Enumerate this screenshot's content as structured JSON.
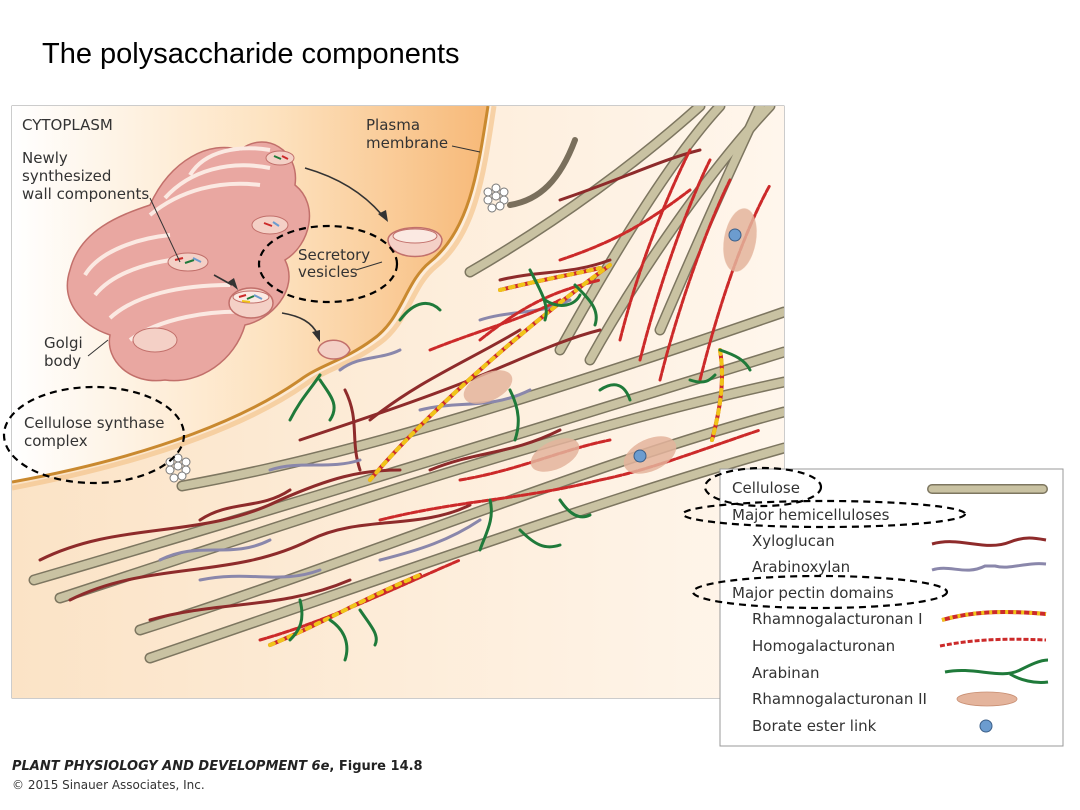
{
  "title": "The polysaccharide components",
  "labels": {
    "cytoplasm": "CYTOPLASM",
    "newly_line1": "Newly",
    "newly_line2": "synthesized",
    "newly_line3": "wall components",
    "plasma_line1": "Plasma",
    "plasma_line2": "membrane",
    "secretory_line1": "Secretory",
    "secretory_line2": "vesicles",
    "golgi_line1": "Golgi",
    "golgi_line2": "body",
    "synthase_line1": "Cellulose synthase",
    "synthase_line2": "complex"
  },
  "legend": {
    "cellulose": "Cellulose",
    "hemicelluloses": "Major hemicelluloses",
    "xyloglucan": "Xyloglucan",
    "arabinoxylan": "Arabinoxylan",
    "pectin": "Major pectin domains",
    "rg1": "Rhamnogalacturonan I",
    "homogalacturonan": "Homogalacturonan",
    "arabinan": "Arabinan",
    "rg2": "Rhamnogalacturonan II",
    "borate": "Borate ester link"
  },
  "colors": {
    "cellulose": "#c9c2a2",
    "xyloglucan": "#8e2b2b",
    "arabinoxylan": "#8a87ab",
    "rg1_red": "#cc2a2a",
    "rg1_yellow": "#f0c419",
    "homogalacturonan": "#cc2a2a",
    "arabinan": "#1f7a3a",
    "rg2": "#e4b49c",
    "borate": "#6c9ccf",
    "cytoplasm": "#f9c48c",
    "golgi": "#e6a6a0"
  },
  "footer": {
    "book": "PLANT PHYSIOLOGY AND DEVELOPMENT 6e",
    "figure": ", Figure 14.8",
    "copyright": "© 2015 Sinauer Associates, Inc."
  }
}
